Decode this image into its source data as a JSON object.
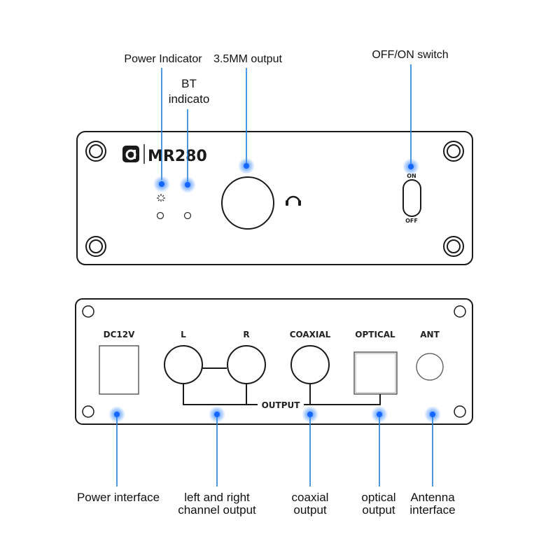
{
  "callouts": {
    "power_indicator": "Power Indicator",
    "bt_indicator_line1": "BT",
    "bt_indicator_line2": "indicato",
    "headphone_output": "3.5MM output",
    "power_switch": "OFF/ON switch",
    "power_interface": "Power interface",
    "lr_output_line1": "left and right",
    "lr_output_line2": "channel output",
    "coaxial_output_line1": "coaxial",
    "coaxial_output_line2": "output",
    "optical_output_line1": "optical",
    "optical_output_line2": "output",
    "antenna_line1": "Antenna",
    "antenna_line2": "interface"
  },
  "front_panel": {
    "model": "MR280",
    "switch_on": "ON",
    "switch_off": "OFF"
  },
  "rear_panel": {
    "dc_label": "DC12V",
    "left_label": "L",
    "right_label": "R",
    "coaxial_label": "COAXIAL",
    "optical_label": "OPTICAL",
    "antenna_label": "ANT",
    "output_label": "OUTPUT"
  },
  "colors": {
    "outline": "#1a1a1a",
    "callout_line": "#1f7fd6",
    "glow_dot": "#1565ff"
  }
}
